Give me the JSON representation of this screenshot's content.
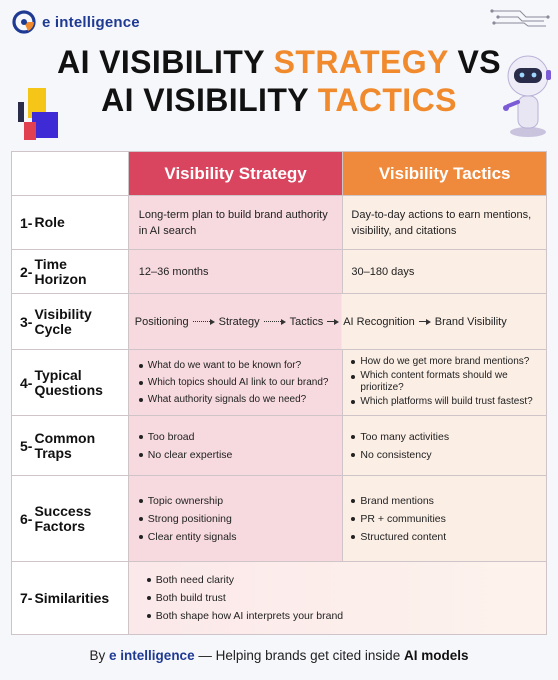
{
  "brand": {
    "name": "e intelligence"
  },
  "title": {
    "line1_a": "AI VISIBILITY ",
    "line1_b": "STRATEGY",
    "line1_c": " VS",
    "line2_a": "AI VISIBILITY ",
    "line2_b": "TACTICS"
  },
  "colors": {
    "strategy": "#d9445f",
    "tactics": "#ef8a3d",
    "accent": "#f08a2c",
    "brand": "#1f3a93"
  },
  "table": {
    "headers": {
      "strategy": "Visibility Strategy",
      "tactics": "Visibility Tactics"
    },
    "rows": {
      "role": {
        "num": "1-",
        "label": "Role",
        "strategy": "Long-term plan to build brand authority in AI search",
        "tactics": "Day-to-day actions to earn mentions, visibility, and citations"
      },
      "horizon": {
        "num": "2-",
        "label": "Time Horizon",
        "strategy": "12–36 months",
        "tactics": "30–180 days"
      },
      "cycle": {
        "num": "3-",
        "label": "Visibility Cycle",
        "steps": [
          "Positioning",
          "Strategy",
          "Tactics",
          "AI Recognition",
          "Brand Visibility"
        ]
      },
      "questions": {
        "num": "4-",
        "label": "Typical Questions",
        "strategy": [
          "What do we want to be known for?",
          "Which topics should AI link to our brand?",
          "What authority signals do we need?"
        ],
        "tactics": [
          "How do we get more brand mentions?",
          "Which content formats should we prioritize?",
          "Which platforms will build trust fastest?"
        ]
      },
      "traps": {
        "num": "5-",
        "label": "Common Traps",
        "strategy": [
          "Too broad",
          "No clear expertise"
        ],
        "tactics": [
          "Too many activities",
          "No consistency"
        ]
      },
      "success": {
        "num": "6-",
        "label": "Success Factors",
        "strategy": [
          "Topic ownership",
          "Strong positioning",
          "Clear entity signals"
        ],
        "tactics": [
          "Brand mentions",
          "PR + communities",
          "Structured content"
        ]
      },
      "similarities": {
        "num": "7-",
        "label": "Similarities",
        "items": [
          "Both need clarity",
          "Both build trust",
          "Both shape how AI interprets your brand"
        ]
      }
    }
  },
  "footer": {
    "by": "By ",
    "brand": "e intelligence",
    "middle": " — Helping brands get cited inside ",
    "end": "AI models"
  }
}
